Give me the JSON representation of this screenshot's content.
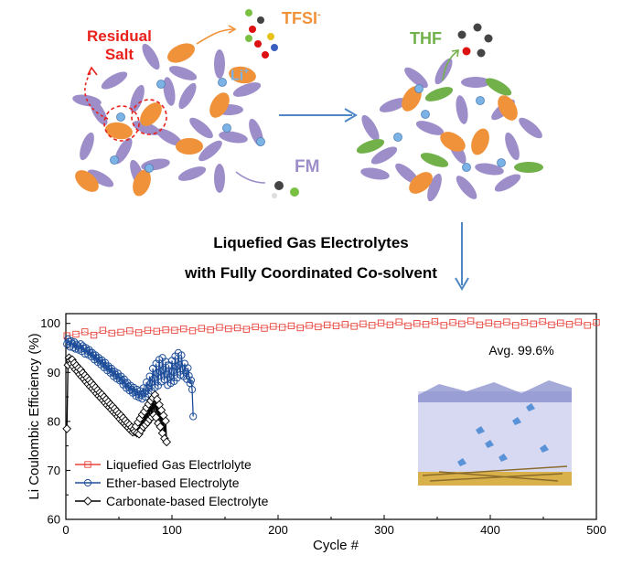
{
  "diagram": {
    "residual_salt_line1": "Residual",
    "residual_salt_line2": "Salt",
    "tfsi_label": "TFSI",
    "tfsi_charge": "-",
    "li_label": "Li",
    "li_charge": "+",
    "fm_label": "FM",
    "thf_label": "THF",
    "title_line1": "Liquefied Gas Electrolytes",
    "title_line2": "with Fully Coordinated Co-solvent",
    "colors": {
      "residual": "#e8211b",
      "tfsi": "#f0923a",
      "li": "#7cb3e6",
      "fm": "#9d8ec9",
      "thf": "#72b04a",
      "arrow": "#4f87c5"
    }
  },
  "chart_data": {
    "type": "scatter",
    "xlabel": "Cycle #",
    "ylabel": "Li Coulombic Efficiency (%)",
    "xlim": [
      0,
      500
    ],
    "ylim": [
      60,
      102
    ],
    "x_ticks": [
      "0",
      "100",
      "200",
      "300",
      "400",
      "500"
    ],
    "y_ticks": [
      "60",
      "70",
      "80",
      "90",
      "100"
    ],
    "annotation": "Avg. 99.6%",
    "legend": "bottom-left",
    "series": [
      {
        "name": "Liquefied Gas Electrlolyte",
        "marker": "square",
        "color": "#e8423a",
        "start_cycle": 1,
        "values": [
          97.5,
          97.8,
          98.3,
          97.6,
          98.6,
          98.0,
          98.2,
          98.5,
          98.1,
          98.6,
          98.4,
          98.7,
          98.6,
          98.9,
          98.5,
          99.0,
          98.7,
          99.2,
          98.9,
          99.1,
          98.8,
          99.3,
          99.0,
          99.4,
          99.2,
          99.5,
          99.1,
          99.6,
          99.3,
          99.7,
          99.5,
          99.8,
          99.4,
          99.9,
          99.6,
          100.1,
          99.7,
          100.3,
          99.5,
          100.0,
          99.8,
          100.4,
          99.6,
          100.2,
          99.9,
          100.5,
          99.7,
          100.1,
          99.8,
          100.3,
          99.6,
          100.2,
          99.9,
          100.4,
          99.7,
          100.1,
          99.8,
          100.3,
          99.6,
          100.2
        ]
      },
      {
        "name": "Ether-based Electrolyte",
        "marker": "circle",
        "color": "#1f4e9a",
        "start_cycle": 1,
        "values": [
          95.8,
          96.8,
          96.3,
          95.2,
          96.4,
          95.9,
          95.1,
          96.2,
          94.8,
          95.7,
          95.4,
          94.6,
          95.0,
          95.8,
          94.3,
          95.4,
          94.9,
          93.8,
          95.0,
          94.4,
          93.6,
          94.6,
          94.1,
          93.2,
          94.0,
          93.5,
          92.6,
          93.5,
          92.9,
          92.1,
          93.0,
          92.4,
          91.6,
          92.5,
          91.9,
          91.0,
          92.0,
          91.3,
          90.4,
          91.3,
          90.7,
          89.9,
          90.8,
          90.1,
          89.2,
          90.2,
          89.5,
          88.7,
          89.8,
          89.0,
          88.3,
          89.2,
          88.4,
          87.5,
          88.6,
          87.8,
          86.8,
          87.9,
          87.1,
          86.3,
          87.3,
          86.5,
          85.8,
          86.9,
          86.0,
          85.2,
          86.5,
          85.6,
          84.9,
          86.2,
          85.4,
          84.6,
          86.8,
          85.9,
          85.0,
          88.0,
          86.9,
          85.6,
          89.2,
          87.8,
          86.2,
          90.8,
          88.7,
          86.9,
          91.8,
          89.9,
          87.3,
          92.6,
          90.2,
          88.1,
          93.0,
          90.6,
          88.5,
          92.2,
          89.6,
          87.4,
          91.5,
          89.0,
          87.8,
          92.4,
          90.3,
          88.2,
          93.3,
          91.1,
          88.9,
          94.0,
          91.6,
          89.5,
          93.5,
          90.8,
          89.2,
          91.8,
          90.1,
          88.6,
          90.9,
          89.3,
          87.8,
          88.4,
          86.5,
          81.0
        ]
      },
      {
        "name": "Carbonate-based Electrolyte",
        "marker": "diamond",
        "color": "#000000",
        "start_cycle": 1,
        "values": [
          78.5,
          91.5,
          93.0,
          92.4,
          91.8,
          92.6,
          91.2,
          91.9,
          90.6,
          91.4,
          90.2,
          90.9,
          89.6,
          90.5,
          89.1,
          89.9,
          88.7,
          89.4,
          88.1,
          88.9,
          87.6,
          88.4,
          87.1,
          87.9,
          86.7,
          87.4,
          86.2,
          86.9,
          85.7,
          86.4,
          85.2,
          85.9,
          84.8,
          85.5,
          84.3,
          85.0,
          83.8,
          84.5,
          83.3,
          84.0,
          82.9,
          83.5,
          82.4,
          83.1,
          81.9,
          82.6,
          81.5,
          82.1,
          81.0,
          81.6,
          80.5,
          81.2,
          80.0,
          80.7,
          79.6,
          80.2,
          79.1,
          79.7,
          78.7,
          79.3,
          78.2,
          78.8,
          77.8,
          78.4,
          77.9,
          79.0,
          77.6,
          79.8,
          77.4,
          80.6,
          78.2,
          81.4,
          78.9,
          82.0,
          79.3,
          82.8,
          79.8,
          83.5,
          80.4,
          84.2,
          80.9,
          84.8,
          81.3,
          85.4,
          80.8,
          84.5,
          79.6,
          83.4,
          78.9,
          82.3,
          77.6,
          81.2,
          76.5,
          80.1,
          75.8
        ]
      }
    ]
  }
}
